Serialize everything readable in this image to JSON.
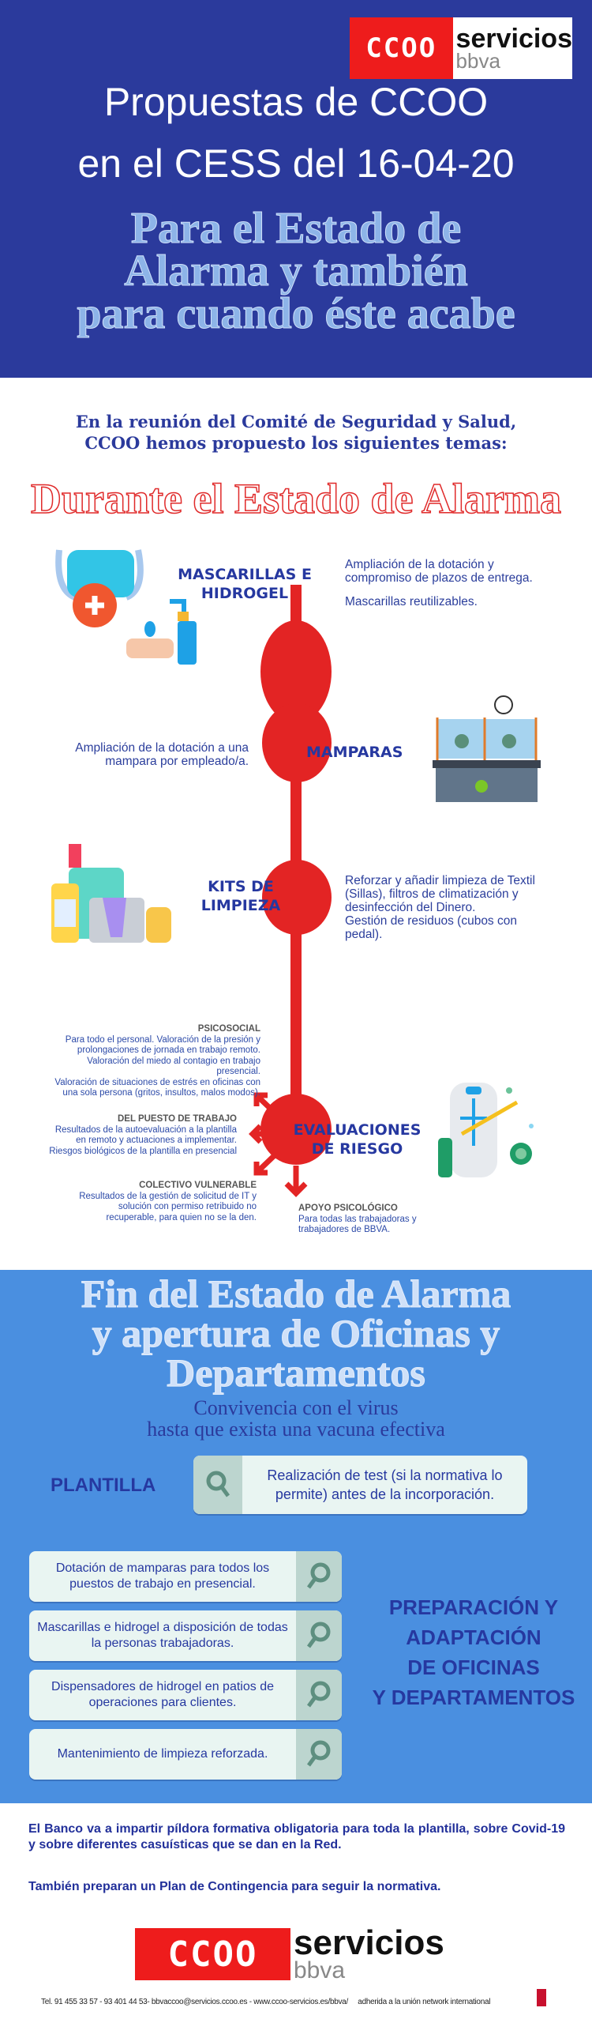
{
  "header": {
    "logo": {
      "mark": "CCOO",
      "word": "servicios",
      "sub": "bbva"
    },
    "title_lines": [
      "Propuestas de CCOO",
      "en el CESS del 16-04-20"
    ],
    "subtitle_lines": [
      "Para el Estado de",
      "Alarma y también",
      "para cuando éste acabe"
    ]
  },
  "intro_lines": [
    "En la reunión del Comité de Seguridad y Salud,",
    "CCOO hemos propuesto los siguientes temas:"
  ],
  "during": {
    "heading": "Durante el Estado de Alarma",
    "items": [
      {
        "label_lines": [
          "MASCARILLAS E",
          "HIDROGEL"
        ],
        "text_lines": [
          "Ampliación de la dotación y",
          "compromiso de plazos de entrega."
        ],
        "text2": "Mascarillas reutilizables.",
        "icon": "mask-sanitizer-icon"
      },
      {
        "label": "MAMPARAS",
        "text_lines": [
          "Ampliación de la dotación a una",
          "mampara por empleado/a."
        ],
        "icon": "office-screen-icon"
      },
      {
        "label_lines": [
          "KITS DE",
          "LIMPIEZA"
        ],
        "text_lines": [
          "Reforzar y añadir limpieza de Textil",
          "(Sillas), filtros de climatización y",
          "desinfección del Dinero.",
          "Gestión de residuos (cubos con",
          "pedal)."
        ],
        "icon": "cleaning-kit-icon"
      },
      {
        "label_lines": [
          "EVALUACIONES",
          "DE RIESGO"
        ],
        "icon": "disinfection-worker-icon",
        "subs": [
          {
            "title": "PSICOSOCIAL",
            "lines": [
              "Para todo el personal. Valoración de la presión y",
              "prolongaciones de jornada en trabajo remoto.",
              "Valoración del miedo al contagio en trabajo",
              "presencial.",
              "Valoración de situaciones de estrés en oficinas con",
              "una sola persona (gritos, insultos, malos modos)."
            ]
          },
          {
            "title": "DEL PUESTO DE TRABAJO",
            "lines": [
              "Resultados de la autoevaluación a la plantilla",
              "en remoto y actuaciones a implementar.",
              "Riesgos biológicos de la plantilla en presencial"
            ]
          },
          {
            "title": "COLECTIVO VULNERABLE",
            "lines": [
              "Resultados de la gestión de solicitud de IT y",
              "solución con permiso retribuido no",
              "recuperable, para quien no se la den."
            ]
          },
          {
            "title": "APOYO PSICOLÓGICO",
            "lines": [
              "Para todas las trabajadoras y",
              "trabajadores de BBVA."
            ]
          }
        ]
      }
    ]
  },
  "after": {
    "heading_lines": [
      "Fin del Estado de Alarma",
      "y apertura de Oficinas y",
      "Departamentos"
    ],
    "sub_lines": [
      "Convivencia con el virus",
      "hasta que exista una vacuna efectiva"
    ],
    "plantilla": {
      "label": "PLANTILLA",
      "text": "Realización de test (si la normativa lo permite) antes de la incorporación."
    },
    "cards": [
      "Dotación de mamparas para todos los puestos de trabajo en presencial.",
      "Mascarillas e hidrogel a disposición de todas la personas trabajadoras.",
      "Dispensadores de hidrogel en patios de operaciones para clientes.",
      "Mantenimiento de limpieza reforzada."
    ],
    "prep_lines": [
      "PREPARACIÓN Y",
      "ADAPTACIÓN",
      "DE OFICINAS",
      "Y DEPARTAMENTOS"
    ]
  },
  "footer": {
    "p1": "El Banco va a impartir píldora formativa obligatoria para toda la plantilla, sobre Covid-19 y sobre diferentes casuísticas que se dan en la Red.",
    "p2": "También preparan un Plan de Contingencia para seguir la normativa.",
    "contact": "Tel. 91 455 33 57 - 93 401 44 53- bbvaccoo@servicios.ccoo.es - www.ccoo-servicios.es/bbva/     adherida a la unión network international",
    "uni_logo": "UNI global union"
  },
  "colors": {
    "navy": "#2b3a9c",
    "red": "#e32424",
    "blue": "#4a8fe0"
  }
}
